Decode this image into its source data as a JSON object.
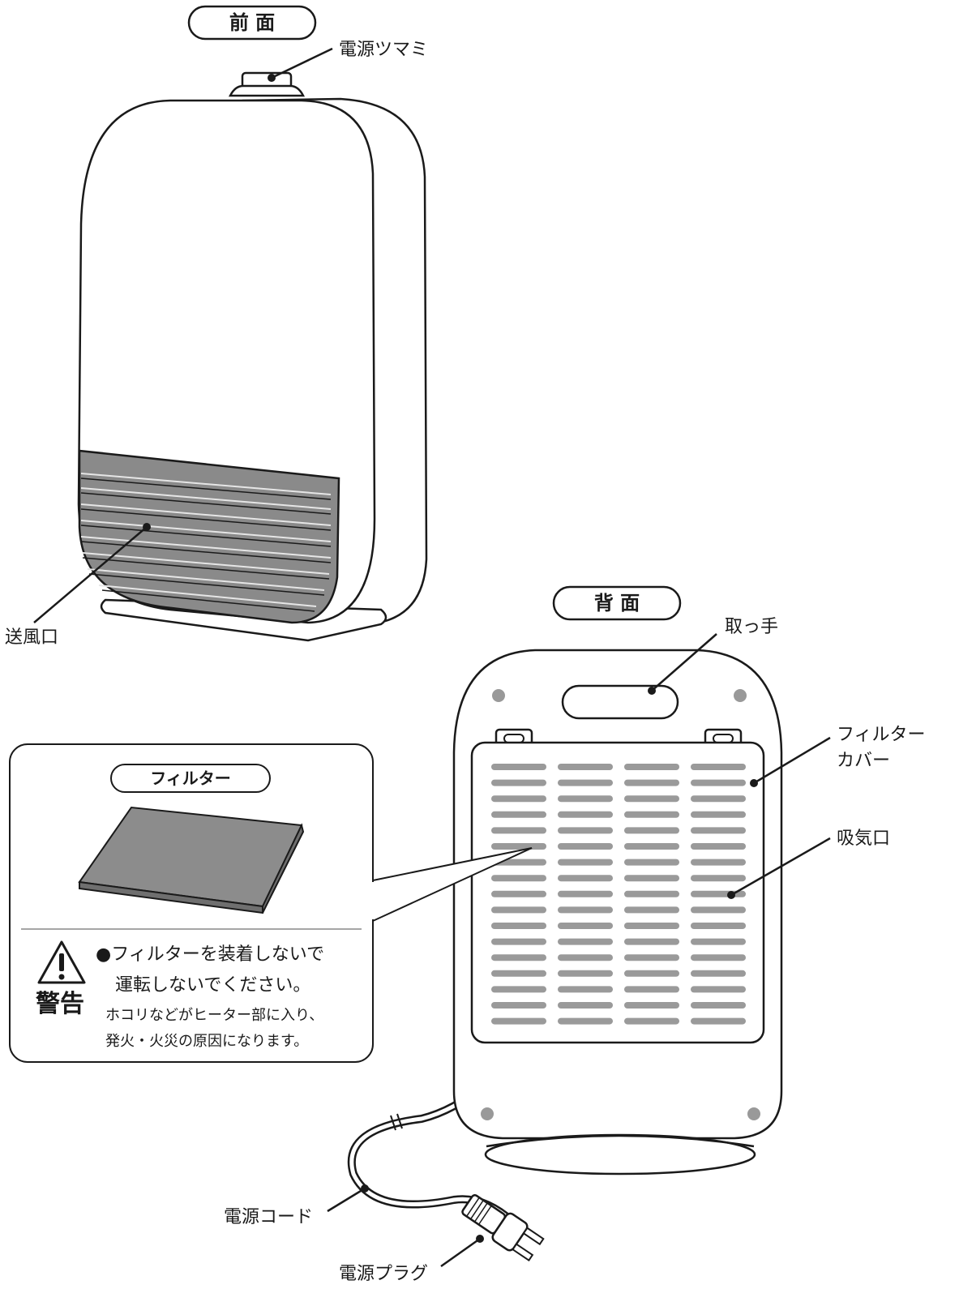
{
  "front": {
    "title": "前 面",
    "labels": {
      "power_knob": "電源ツマミ",
      "air_outlet": "送風口"
    }
  },
  "back": {
    "title": "背 面",
    "labels": {
      "handle": "取っ手",
      "filter_cover_line1": "フィルター",
      "filter_cover_line2": "カバー",
      "air_intake": "吸気口",
      "power_cord": "電源コード",
      "power_plug": "電源プラグ"
    }
  },
  "filter_callout": {
    "title": "フィルター",
    "warning_word": "警告",
    "warning_line1": "●フィルターを装着しないで",
    "warning_line2": "運転しないでください。",
    "note_line1": "ホコリなどがヒーター部に入り、",
    "note_line2": "発火・火災の原因になります。"
  },
  "colors": {
    "stroke": "#1a1a1a",
    "louver_fill": "#8a8a8a",
    "vent_slot": "#9a9a9a",
    "filter_pad": "#8c8c8c",
    "dot": "#999999"
  },
  "icons": {
    "warning": "warning-triangle-icon"
  }
}
